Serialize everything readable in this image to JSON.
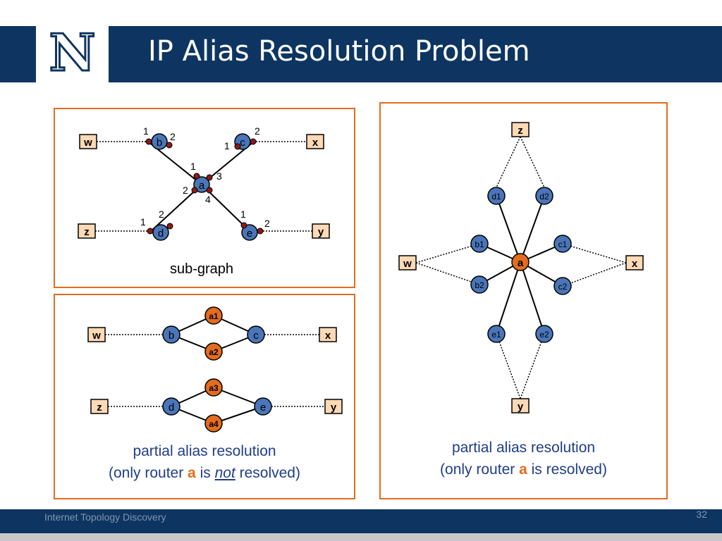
{
  "header": {
    "title": "IP Alias Resolution Problem",
    "logo_letter": "N"
  },
  "footer": {
    "text": "Internet Topology Discovery",
    "page_number": "32"
  },
  "colors": {
    "navy": "#0e3561",
    "box_orange": "#e36c1e",
    "node_blue": "#4a75b8",
    "node_orange": "#e36c1e",
    "endpoint_fill": "#fdd9b5",
    "interface_dot": "#8b1a1a",
    "caption_blue": "#1f3d8b"
  },
  "panels": {
    "subgraph": {
      "caption": "sub-graph",
      "endpoints": [
        "w",
        "x",
        "z",
        "y"
      ],
      "routers": [
        "a",
        "b",
        "c",
        "d",
        "e"
      ],
      "port_labels": {
        "b": [
          "1",
          "2"
        ],
        "c": [
          "1",
          "2"
        ],
        "a": [
          "1",
          "2",
          "3",
          "4"
        ],
        "d": [
          "1",
          "2"
        ],
        "e": [
          "1",
          "2"
        ]
      }
    },
    "partial_unresolved": {
      "top_row": {
        "left": "w",
        "right": "x",
        "routers": [
          "b",
          "c"
        ],
        "aliases": [
          "a1",
          "a2"
        ]
      },
      "bottom_row": {
        "left": "z",
        "right": "y",
        "routers": [
          "d",
          "e"
        ],
        "aliases": [
          "a3",
          "a4"
        ]
      },
      "caption_line1": "partial alias resolution",
      "caption_line2_pre": "(only router ",
      "caption_line2_router": "a",
      "caption_line2_mid": " is ",
      "caption_line2_not": "not",
      "caption_line2_post": " resolved)"
    },
    "partial_resolved": {
      "endpoints": [
        "z",
        "w",
        "x",
        "y"
      ],
      "center": "a",
      "interfaces": [
        "d1",
        "d2",
        "b1",
        "c1",
        "b2",
        "c2",
        "e1",
        "e2"
      ],
      "caption_line1": "partial alias resolution",
      "caption_line2_pre": "(only router ",
      "caption_line2_router": "a",
      "caption_line2_post": " is resolved)"
    }
  }
}
